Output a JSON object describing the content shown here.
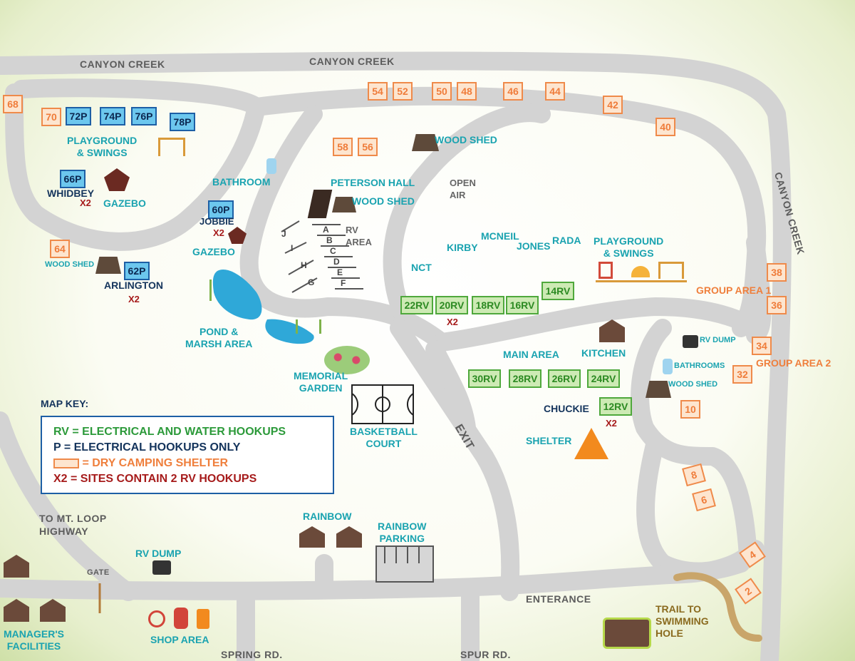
{
  "roads": {
    "canyon_creek_1": "CANYON CREEK",
    "canyon_creek_2": "CANYON CREEK",
    "canyon_creek_3": "CANYON CREEK",
    "exit": "EXIT",
    "entrance": "ENTERANCE",
    "spring_rd": "SPRING RD.",
    "spur_rd": "SPUR RD.",
    "to_mt_loop": "TO MT. LOOP\nHIGHWAY",
    "gate": "GATE"
  },
  "dry_sites": [
    "68",
    "70",
    "54",
    "52",
    "50",
    "48",
    "46",
    "44",
    "42",
    "40",
    "58",
    "56",
    "64",
    "38",
    "36",
    "34",
    "32",
    "10",
    "8",
    "6",
    "4",
    "2"
  ],
  "p_sites": [
    "72P",
    "74P",
    "76P",
    "78P",
    "66P",
    "60P",
    "62P"
  ],
  "rv_sites": [
    "22RV",
    "20RV",
    "18RV",
    "16RV",
    "14RV",
    "30RV",
    "28RV",
    "26RV",
    "24RV",
    "12RV"
  ],
  "labels": {
    "playground_1": "PLAYGROUND\n& SWINGS",
    "playground_2": "PLAYGROUND\n& SWINGS",
    "whidbey": "WHIDBEY",
    "x2_whidbey": "X2",
    "gazebo_1": "GAZEBO",
    "bathroom": "BATHROOM",
    "jobbie": "JOBBIE",
    "x2_jobbie": "X2",
    "gazebo_2": "GAZEBO",
    "wood_shed_1": "WOOD SHED",
    "arlington": "ARLINGTON",
    "x2_arlington": "X2",
    "pond": "POND &\nMARSH AREA",
    "peterson_hall": "PETERSON HALL",
    "wood_shed_2": "WOOD SHED",
    "wood_shed_3": "WOOD SHED",
    "open_air": "OPEN\nAIR",
    "rv_area": "RV\nAREA",
    "memorial_garden": "MEMORIAL\nGARDEN",
    "basketball_court": "BASKETBALL\nCOURT",
    "nct": "NCT",
    "kirby": "KIRBY",
    "mcneil": "MCNEIL",
    "jones": "JONES",
    "rada": "RADA",
    "x2_kirby": "X2",
    "main_area": "MAIN AREA",
    "kitchen": "KITCHEN",
    "rv_dump_1": "RV DUMP",
    "bathrooms": "BATHROOMS",
    "wood_shed_4": "WOOD SHED",
    "group_area_1": "GROUP AREA 1",
    "group_area_2": "GROUP AREA 2",
    "chuckie": "CHUCKIE",
    "x2_chuckie": "X2",
    "shelter": "SHELTER",
    "rainbow": "RAINBOW",
    "rainbow_parking": "RAINBOW\nPARKING",
    "rv_dump_2": "RV DUMP",
    "managers": "MANAGER'S\nFACILITIES",
    "shop_area": "SHOP AREA",
    "trail": "TRAIL TO\nSWIMMING\nHOLE"
  },
  "lot_letters": [
    "J",
    "I",
    "H",
    "G",
    "A",
    "B",
    "C",
    "D",
    "E",
    "F"
  ],
  "key": {
    "title": "MAP KEY:",
    "rv": "RV = ELECTRICAL AND WATER HOOKUPS",
    "p": "P = ELECTRICAL HOOKUPS ONLY",
    "dry": "= DRY CAMPING SHELTER",
    "x2": "X2 = SITES CONTAIN 2 RV HOOKUPS"
  },
  "colors": {
    "road": "#d3d3d3",
    "dry_fill": "#fde5cf",
    "dry_border": "#ef8a4a",
    "p_fill": "#6cc7ee",
    "p_border": "#1d5fa5",
    "rv_fill": "#cdeab4",
    "rv_border": "#4fa83c",
    "teal_text": "#1aa3b0",
    "orange_text": "#ef7f3c",
    "red_text": "#a61b1b"
  }
}
